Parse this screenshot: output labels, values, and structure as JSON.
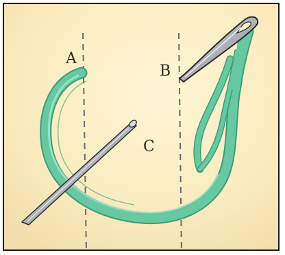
{
  "diagram": {
    "labels": {
      "a": "A",
      "b": "B",
      "c": "C"
    }
  },
  "colors": {
    "paper": "#fbf0c8",
    "thread": "#66c9a1",
    "thread_shadow": "#3f9c78",
    "thread_highlight": "#a9e6cd",
    "needle": "#b9bec4",
    "needle_edge": "#2a2a2a",
    "guide_line": "#6b6b6b"
  },
  "icons": [
    "needle-icon",
    "needle-icon",
    "thread-icon"
  ]
}
